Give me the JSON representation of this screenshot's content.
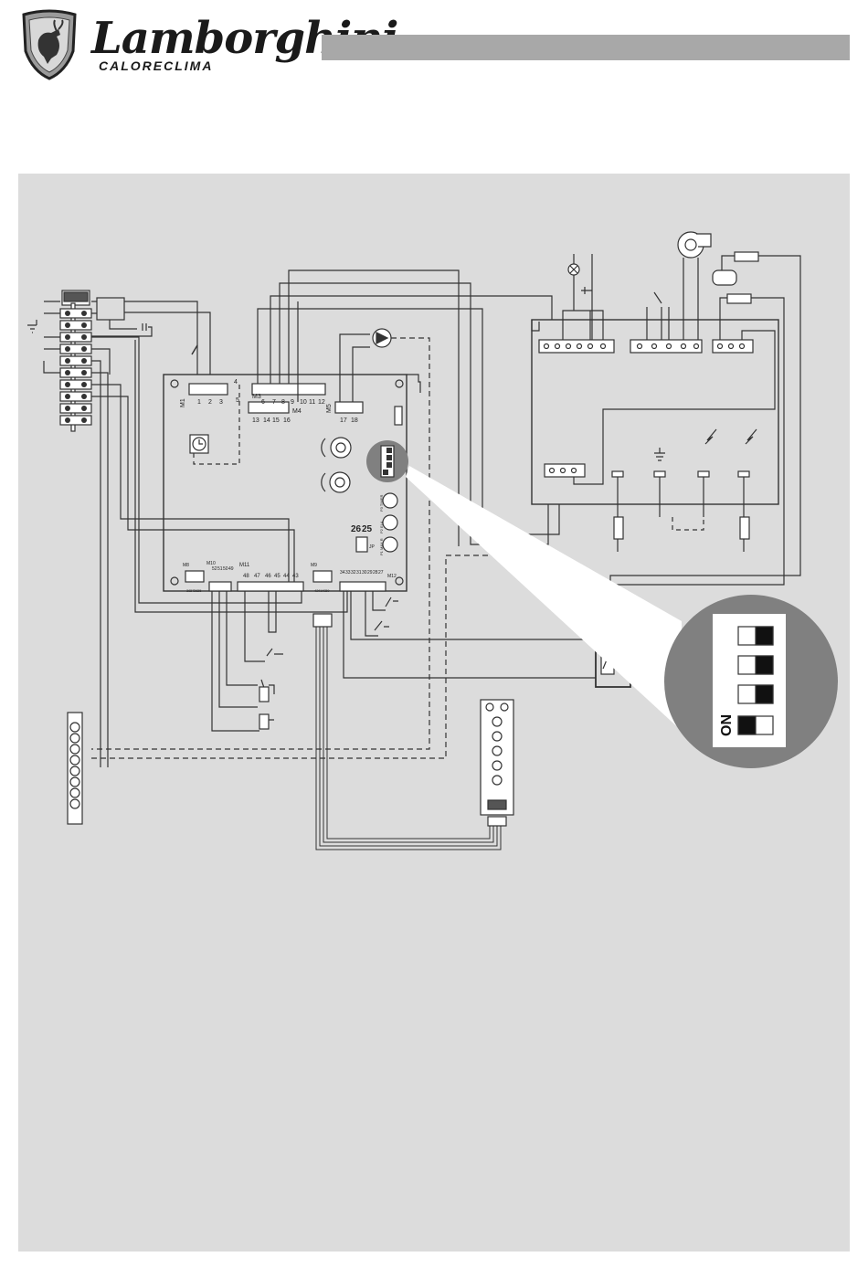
{
  "header": {
    "brand_name": "Lamborghini",
    "brand_sub": "CALORECLIMA",
    "bar_color": "#a8a8a8"
  },
  "colors": {
    "panel_bg": "#dcdcdc",
    "line": "#333333",
    "dip_bg": "#808080"
  },
  "diagram": {
    "connector_labels": {
      "m1": "M1",
      "m1_pins": [
        "1",
        "2",
        "3"
      ],
      "pin4": "4",
      "pin5": "5",
      "m4_top": [
        "6",
        "7",
        "8",
        "9",
        "10",
        "11",
        "12"
      ],
      "m4_bottom": [
        "13",
        "14",
        "15",
        "16"
      ],
      "m4": "M4",
      "m3": "M3",
      "m5": "M5",
      "m5_pins": [
        "17",
        "18"
      ],
      "jumper": [
        "26",
        "25"
      ],
      "jp": "JP",
      "m11_pins": [
        "48",
        "47",
        "46",
        "45",
        "44",
        "43"
      ],
      "m11": "M11",
      "m12_pins": [
        "34",
        "33",
        "32",
        "31",
        "30",
        "29",
        "28",
        "27"
      ],
      "m12": "M12",
      "m10_pins": [
        "52",
        "51",
        "50",
        "49"
      ],
      "m10": "M10",
      "m9": "M9",
      "m9_pins": [
        "42",
        "41",
        "40",
        "39"
      ],
      "m8": "M8",
      "m8_pins": [
        "38",
        "37",
        "36",
        "35"
      ],
      "pots": [
        "P3 TIMER",
        "P2 ELA",
        "P1 MAX R"
      ]
    },
    "dip_switch": {
      "on_label": "ON",
      "count": 4
    }
  }
}
